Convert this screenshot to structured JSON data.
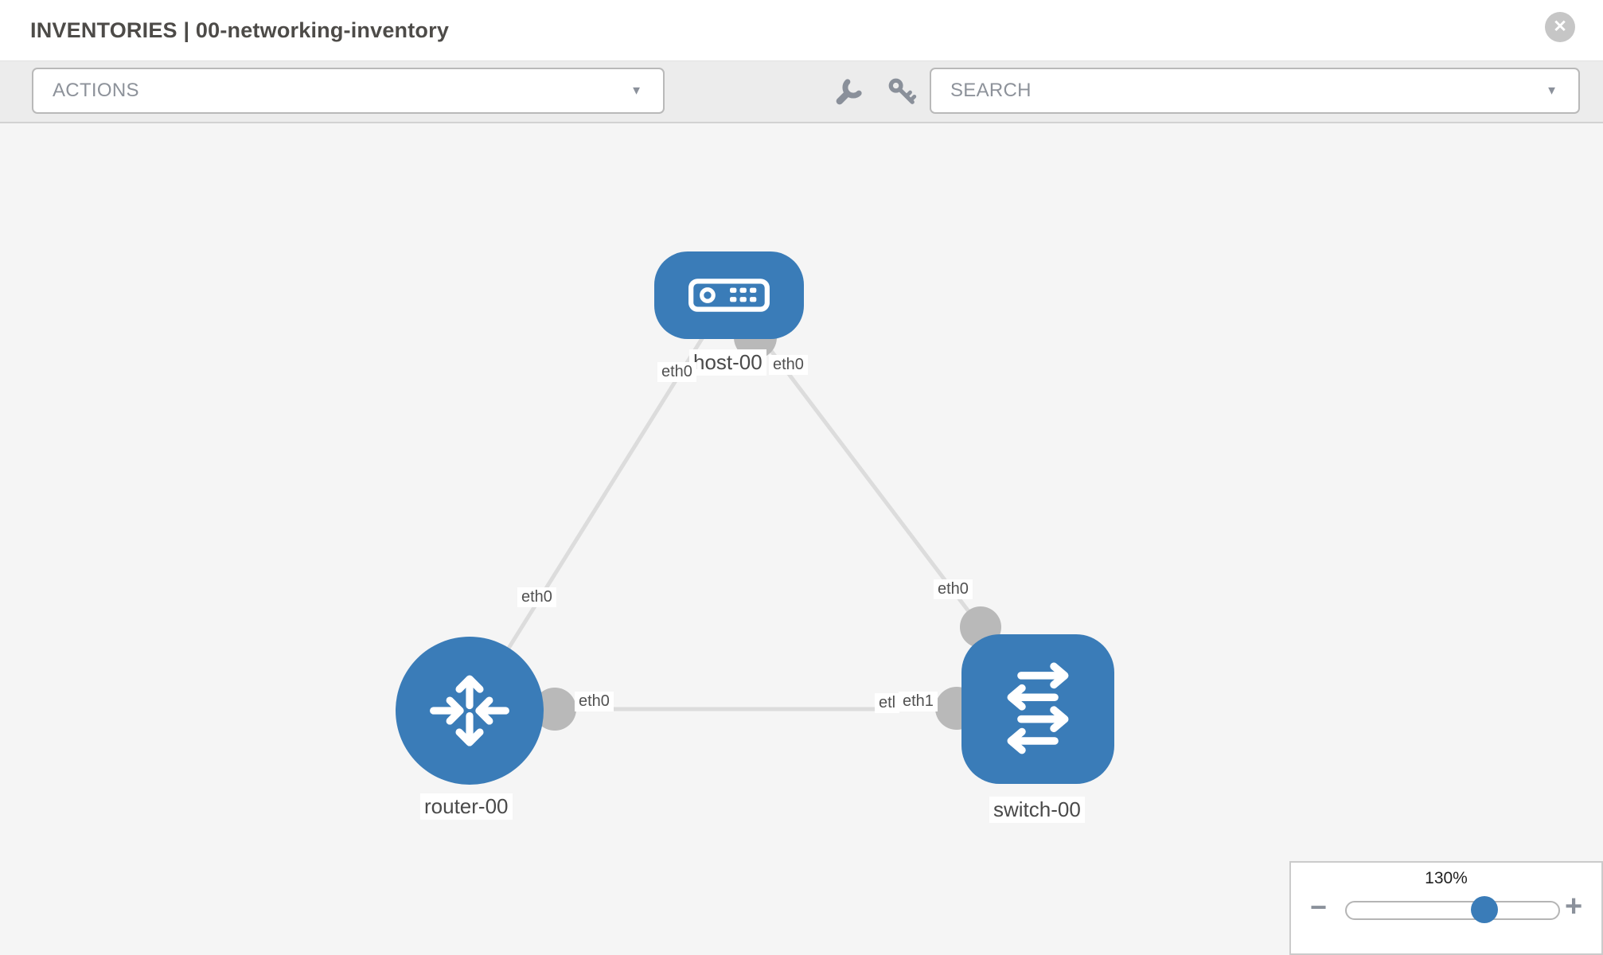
{
  "window": {
    "title": "INVENTORIES | 00-networking-inventory"
  },
  "icons": {
    "close": "✕",
    "caret": "▼"
  },
  "toolbar": {
    "actions_placeholder": "ACTIONS",
    "search_placeholder": "SEARCH"
  },
  "topology": {
    "nodes": [
      {
        "id": "host-00",
        "type": "host"
      },
      {
        "id": "router-00",
        "type": "router"
      },
      {
        "id": "switch-00",
        "type": "switch"
      }
    ],
    "links": [
      {
        "from": "host-00",
        "to": "router-00"
      },
      {
        "from": "host-00",
        "to": "switch-00"
      },
      {
        "from": "router-00",
        "to": "switch-00"
      }
    ],
    "node_labels": {
      "host": "host-00",
      "router": "router-00",
      "switch": "switch-00"
    },
    "interface_labels": {
      "host_router_host_end": "eth0",
      "host_router_router_end": "eth0",
      "host_switch_host_end": "eth0",
      "host_switch_switch_end": "eth0",
      "router_switch_router_end": "eth0",
      "router_switch_switch_end_back": "etl",
      "router_switch_switch_end_front": "eth1"
    }
  },
  "zoom_control": {
    "percent_label": "130%",
    "minus_glyph": "−",
    "plus_glyph": "+"
  },
  "colors": {
    "node_blue": "#3a7cb8",
    "link_gray": "#dcdcdc",
    "endpoint_gray": "#b9b9b9",
    "icon_gray": "#8a909a",
    "toolbar_bg": "#ececec",
    "canvas_bg": "#f5f5f5"
  }
}
